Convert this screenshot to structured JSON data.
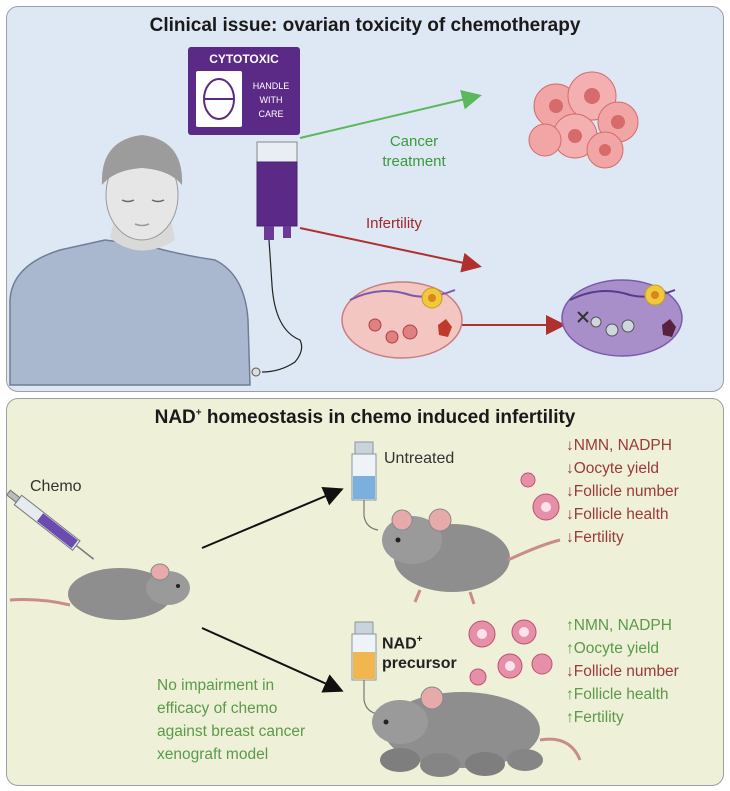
{
  "top_panel": {
    "title": "Clinical issue: ovarian toxicity of chemotherapy",
    "label_cytotoxic": "CYTOTOXIC",
    "label_handle": "HANDLE",
    "label_with": "WITH",
    "label_care": "CARE",
    "arrow_cancer_line1": "Cancer",
    "arrow_cancer_line2": "treatment",
    "arrow_infertility": "Infertility"
  },
  "bottom_panel": {
    "title_prefix": "NAD",
    "title_sup": "+",
    "title_suffix": " homeostasis in chemo induced infertility",
    "chemo_label": "Chemo",
    "untreated_label": "Untreated",
    "precursor_line1": "NAD",
    "precursor_sup": "+",
    "precursor_line2": "precursor",
    "note_lines": [
      "No impairment in",
      "efficacy of chemo",
      "against breast cancer",
      "xenograft model"
    ],
    "untreated_effects": [
      "↓NMN, NADPH",
      "↓Oocyte yield",
      "↓Follicle number",
      "↓Follicle health",
      "↓Fertility"
    ],
    "precursor_effects": [
      "↑NMN, NADPH",
      "↑Oocyte yield",
      "↓Follicle number",
      "↑Follicle health",
      "↑Fertility"
    ]
  },
  "colors": {
    "top_bg": "#dde8f4",
    "bottom_bg": "#eef0d8",
    "green_arrow": "#5cb85c",
    "red_arrow": "#b03030",
    "iv_bag": "#5b2a86",
    "mouse": "#8e8e8e"
  }
}
